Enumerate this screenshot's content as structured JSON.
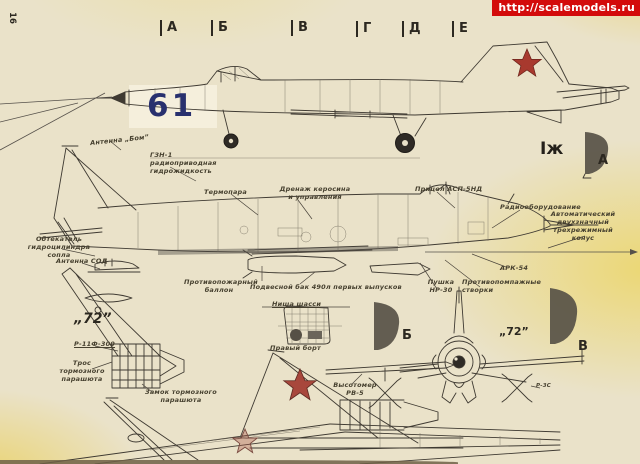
{
  "watermark": {
    "url": "http://scalemodels.ru"
  },
  "page": {
    "number": "16"
  },
  "markers": {
    "top": [
      {
        "label": "А"
      },
      {
        "label": "Б"
      },
      {
        "label": "В"
      },
      {
        "label": "Г"
      },
      {
        "label": "Д"
      },
      {
        "label": "Е"
      }
    ],
    "side_view_aft": "Iж",
    "airfoil_sections": [
      {
        "label": "А"
      },
      {
        "label": "Б"
      },
      {
        "label": "В"
      }
    ]
  },
  "aircraft": {
    "bort_number": "61",
    "tail_code": "„72”",
    "front_code": "„72”"
  },
  "callouts": {
    "antenna_bom": "Антенна „Бом”",
    "gzn1": "ГЗН-1\nрадиоприводная\nгидрожидкость",
    "nozzle_fairing": "Обтекатель\nгидроцилиндра\nсопла",
    "antenna_sod": "Антенна СОД",
    "termopara": "Термопара",
    "fuel_drain": "Дренаж керосина\nи управления",
    "gunsight": "Прицел АСП-5НД",
    "radio_equipment": "Радиооборудование",
    "auto_cone": "Автоматический\nдвухзначный\nтрехрежимный\nконус",
    "ark54": "АРК-54",
    "surge_doors": "Противопомпажные\nстворки",
    "cannon_nr30": "Пушка\nНР-30",
    "drop_tank": "Подвесной бак 490л первых выпусков",
    "fire_bottle": "Противопожарный\nбаллон",
    "gear_bay": "Ниша шасси",
    "starboard": "Правый борт",
    "rv5_altimeter": "Высотомер\nРВ-5",
    "r3s": "Р-3С",
    "engine_r11": "Р-11Ф-300",
    "chute_cable": "Трос\nтормозного\nпарашюта",
    "chute_lock": "Замок тормозного\nпарашюта"
  }
}
